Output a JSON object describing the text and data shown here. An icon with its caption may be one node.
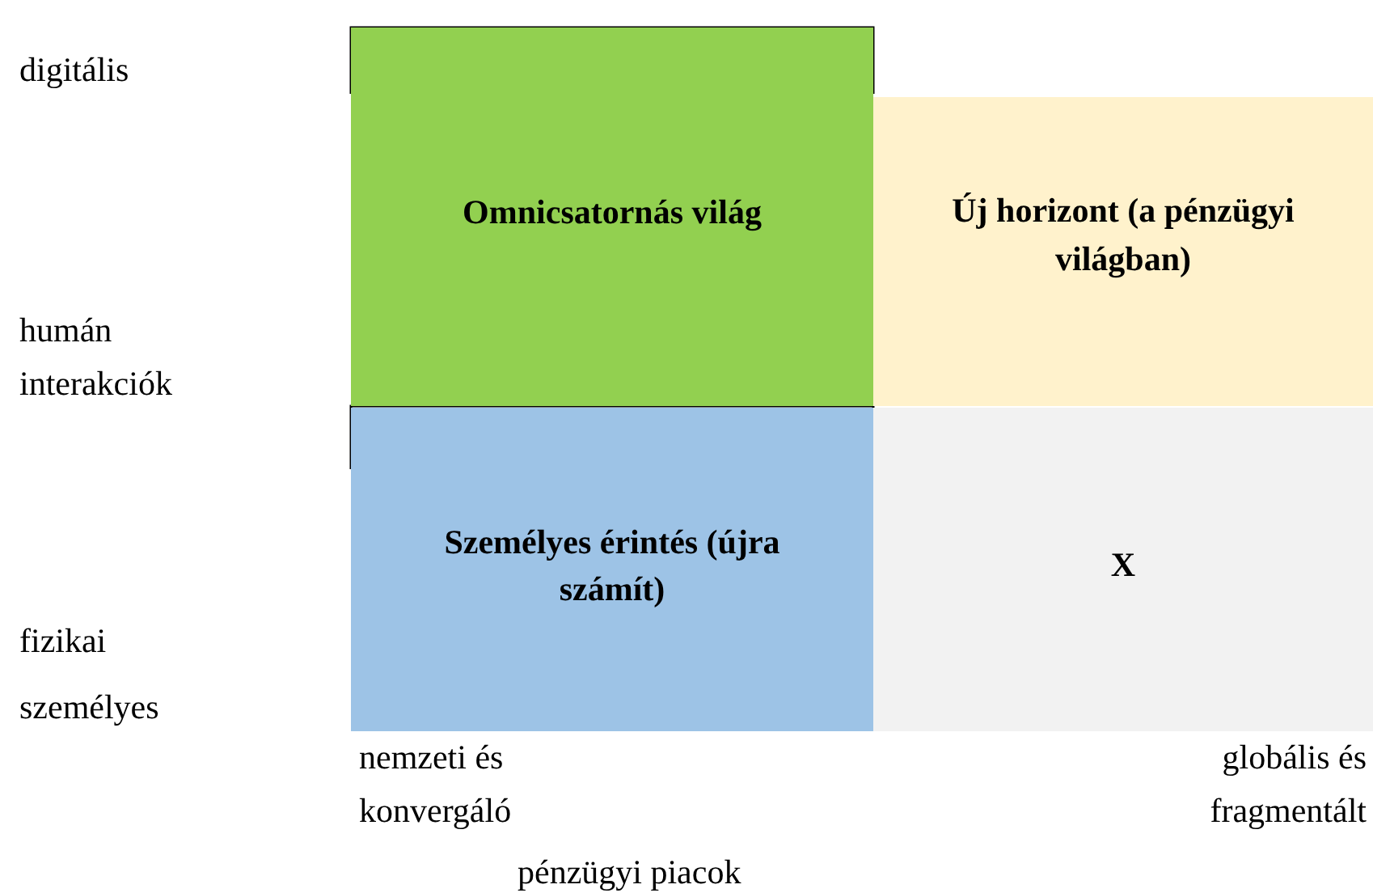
{
  "diagram": {
    "nodes": [
      {
        "text": [
          "Omnicsatornás világ"
        ]
      },
      {
        "text": [
          "Új horizont (a pénzügyi világban)"
        ]
      },
      {
        "text": [
          "Személyes érintés (újra számít)"
        ]
      },
      {
        "text": [
          "X"
        ]
      }
    ],
    "labels": [
      "digitális",
      "humán interakciók",
      "fizikai",
      "személyes",
      "nemzeti és konvergáló",
      "globális és fragmentált",
      "pénzügyi piacok"
    ]
  }
}
